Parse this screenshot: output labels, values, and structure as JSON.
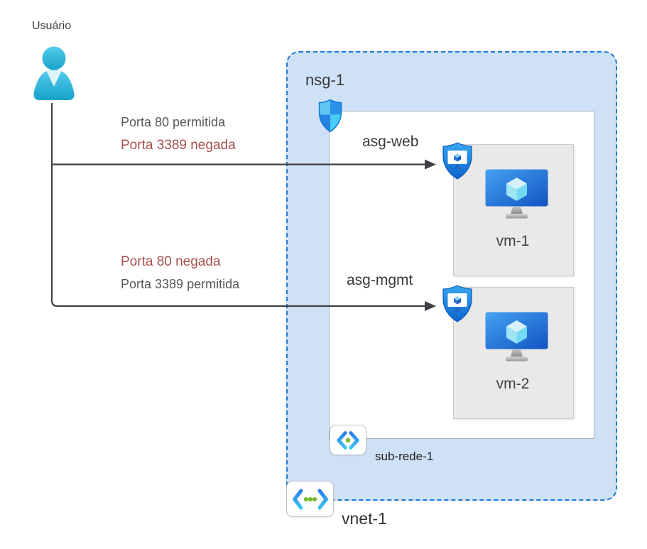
{
  "user": {
    "label": "Usuário"
  },
  "network": {
    "nsg_label": "nsg-1",
    "asg_web_label": "asg-web",
    "asg_mgmt_label": "asg-mgmt",
    "vm1_label": "vm-1",
    "vm2_label": "vm-2",
    "subnet_label": "sub-rede-1",
    "vnet_label": "vnet-1"
  },
  "flows": [
    {
      "target": "asg-web",
      "lines": [
        {
          "text": "Porta 80 permitida",
          "status": "allowed"
        },
        {
          "text": "Porta 3389 negada",
          "status": "denied"
        }
      ]
    },
    {
      "target": "asg-mgmt",
      "lines": [
        {
          "text": "Porta 80 negada",
          "status": "denied"
        },
        {
          "text": "Porta 3389 permitida",
          "status": "allowed"
        }
      ]
    }
  ],
  "icons": [
    "user-person-icon",
    "nsg-shield-icon",
    "asg-shield-icon",
    "virtual-machine-icon",
    "subnet-icon",
    "virtual-network-icon"
  ],
  "colors": {
    "allowed_text": "#595959",
    "denied_text": "#a5504e",
    "vnet_fill": "#cfe1f7",
    "vnet_border": "#1a7bd4",
    "subnet_fill": "#ffffff",
    "vm_box_fill": "#e9e9e9",
    "arrow": "#3e4044",
    "azure_blue": "#1f7fe0",
    "azure_cyan": "#38c2f1",
    "azure_green": "#76b82a",
    "user_cyan": "#29b6da"
  }
}
